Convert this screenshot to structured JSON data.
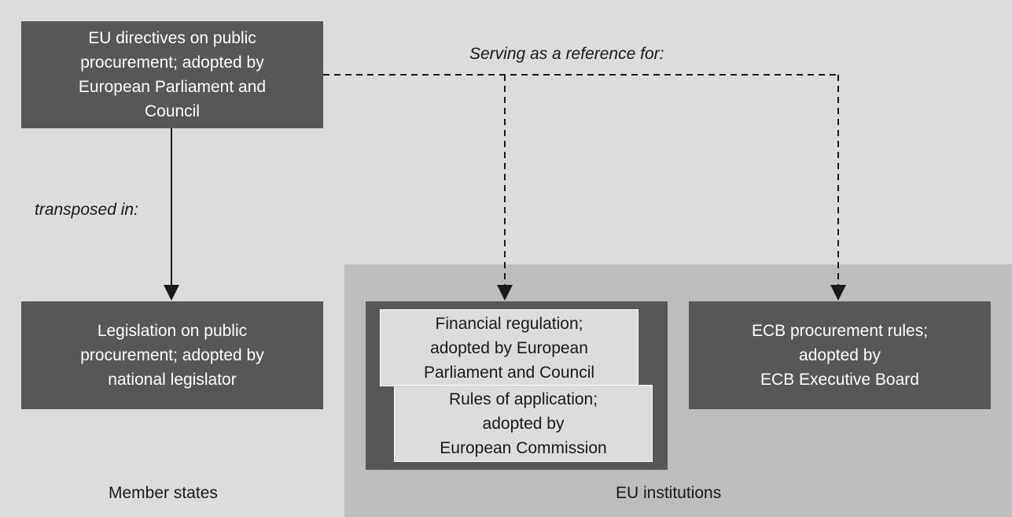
{
  "boxes": {
    "eu_directives": "EU directives on public\nprocurement; adopted by\nEuropean Parliament and\nCouncil",
    "national_legislation": "Legislation on public\nprocurement; adopted by\nnational legislator",
    "financial_regulation": "Financial regulation;\nadopted by European\nParliament and Council",
    "rules_of_application": "Rules of application;\nadopted by\nEuropean Commission",
    "ecb_rules": "ECB procurement rules;\nadopted by\nECB Executive Board"
  },
  "edge_labels": {
    "reference": "Serving as a reference for:",
    "transposed": "transposed in:"
  },
  "regions": {
    "member_states": "Member states",
    "eu_institutions": "EU institutions"
  },
  "colors": {
    "dark_box": "#575757",
    "light_box": "#dcdcdc",
    "background": "#dcdcdc",
    "eu_region": "#bdbdbd"
  }
}
